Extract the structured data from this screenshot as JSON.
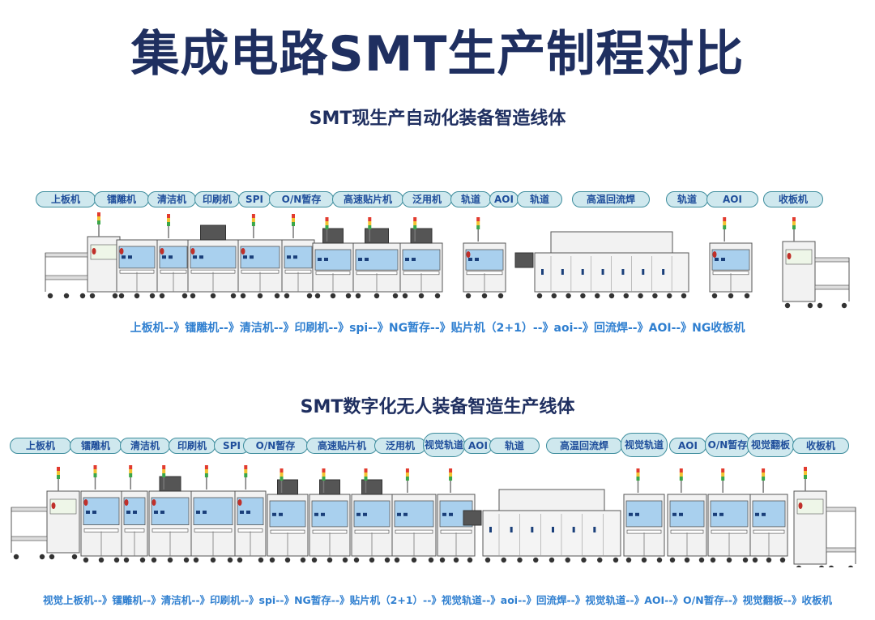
{
  "title": "集成电路SMT生产制程对比",
  "line1": {
    "subtitle": "SMT现生产自动化装备智造线体",
    "labels": [
      "上板机",
      "镭雕机",
      "清洁机",
      "印刷机",
      "SPI",
      "O/N暂存",
      "高速贴片机",
      "泛用机",
      "轨道",
      "AOI",
      "轨道",
      "高温回流焊",
      "轨道",
      "AOI",
      "收板机"
    ],
    "flow": "上板机--》镭雕机--》清洁机--》印刷机--》spi--》NG暂存--》贴片机（2+1）--》aoi--》回流焊--》AOI--》NG收板机"
  },
  "line2": {
    "subtitle": "SMT数字化无人装备智造生产线体",
    "labels": [
      "上板机",
      "镭雕机",
      "清洁机",
      "印刷机",
      "SPI",
      "O/N暂存",
      "高速贴片机",
      "泛用机",
      "视觉轨道",
      "AOI",
      "轨道",
      "高温回流焊",
      "视觉轨道",
      "AOI",
      "O/N暂存",
      "视觉翻板",
      "收板机"
    ],
    "flow": "视觉上板机--》镭雕机--》清洁机--》印刷机--》spi--》NG暂存--》贴片机（2+1）--》视觉轨道--》aoi--》回流焊--》视觉轨道--》AOI--》O/N暂存--》视觉翻板--》收板机"
  },
  "colors": {
    "title": "#1f2f60",
    "pill_fill": "#cfe8ee",
    "pill_border": "#3c8c9c",
    "flow_text": "#2f7fd0",
    "machine_window": "#a9d0ee"
  }
}
